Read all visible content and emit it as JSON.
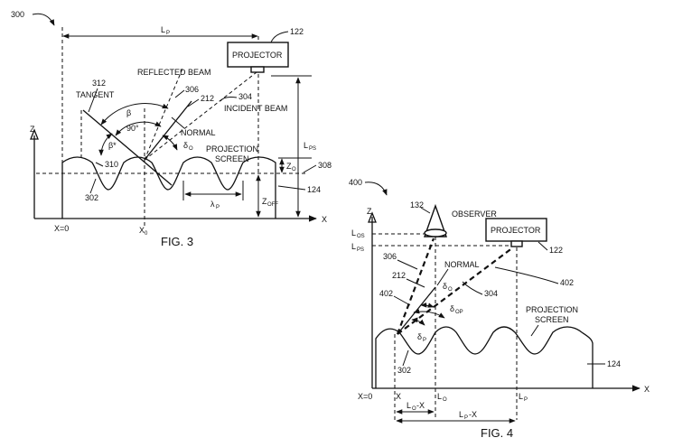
{
  "fig3": {
    "caption": "FIG. 3",
    "ref_300": "300",
    "ref_122": "122",
    "ref_312": "312",
    "ref_306": "306",
    "ref_212": "212",
    "ref_304": "304",
    "ref_310": "310",
    "ref_302": "302",
    "ref_308": "308",
    "ref_124": "124",
    "projector": "PROJECTOR",
    "reflected_beam": "REFLECTED BEAM",
    "incident_beam": "INCIDENT BEAM",
    "tangent": "TANGENT",
    "normal": "NORMAL",
    "projection": "PROJECTION",
    "screen": "SCREEN",
    "angle_beta": "β",
    "angle_beta_star": "β*",
    "angle_90": "90°",
    "delta_o": "δ",
    "delta_o_sub": "O",
    "z_axis": "Z",
    "x_axis": "X",
    "x0": "X=0",
    "xo": "X",
    "xo_sub": "0",
    "lp": "L",
    "lp_sub": "P",
    "lps": "L",
    "lps_sub": "PS",
    "zo": "Z",
    "zo_sub": "O",
    "zoff": "Z",
    "zoff_sub": "OFF",
    "lambda": "λ",
    "lambda_sub": "P"
  },
  "fig4": {
    "caption": "FIG. 4",
    "ref_400": "400",
    "ref_132": "132",
    "ref_122": "122",
    "ref_306": "306",
    "ref_212": "212",
    "ref_402a": "402",
    "ref_402b": "402",
    "ref_304": "304",
    "ref_302": "302",
    "ref_124": "124",
    "observer": "OBSERVER",
    "projector": "PROJECTOR",
    "normal": "NORMAL",
    "projection": "PROJECTION",
    "screen": "SCREEN",
    "delta": "δ",
    "delta_o_sub": "O",
    "delta_op_sub": "OP",
    "delta_p_sub": "P",
    "z_axis": "Z",
    "x_axis": "X",
    "x0": "X=0",
    "x": "X",
    "lo": "L",
    "lo_sub": "O",
    "lp": "L",
    "lp_sub": "P",
    "los": "L",
    "los_sub": "OS",
    "lps": "L",
    "lps_sub": "PS",
    "lo_minus_x": "-X",
    "lp_minus_x": "-X"
  }
}
